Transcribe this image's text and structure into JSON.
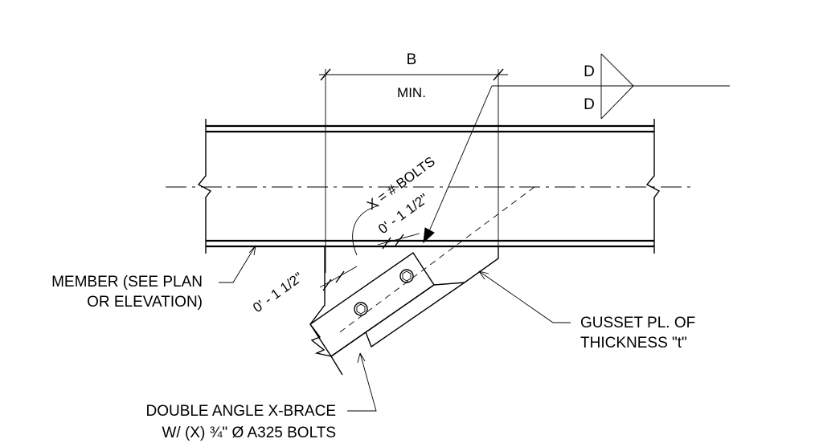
{
  "labels": {
    "dim_b": "B",
    "dim_min": "MIN.",
    "weld_top": "D",
    "weld_bottom": "D",
    "bolt_count": "X = # BOLTS",
    "edge_dist_top": "0' - 1 1/2\"",
    "edge_dist_left": "0' - 1 1/2\"",
    "member_line1": "MEMBER  (SEE PLAN",
    "member_line2": "OR ELEVATION)",
    "gusset_line1": "GUSSET PL. OF",
    "gusset_line2": "THICKNESS \"t\"",
    "brace_line1": "DOUBLE ANGLE X-BRACE",
    "brace_line2": "W/ (X) ¾\" Ø A325 BOLTS"
  },
  "colors": {
    "ink": "#000000",
    "background": "#ffffff"
  }
}
